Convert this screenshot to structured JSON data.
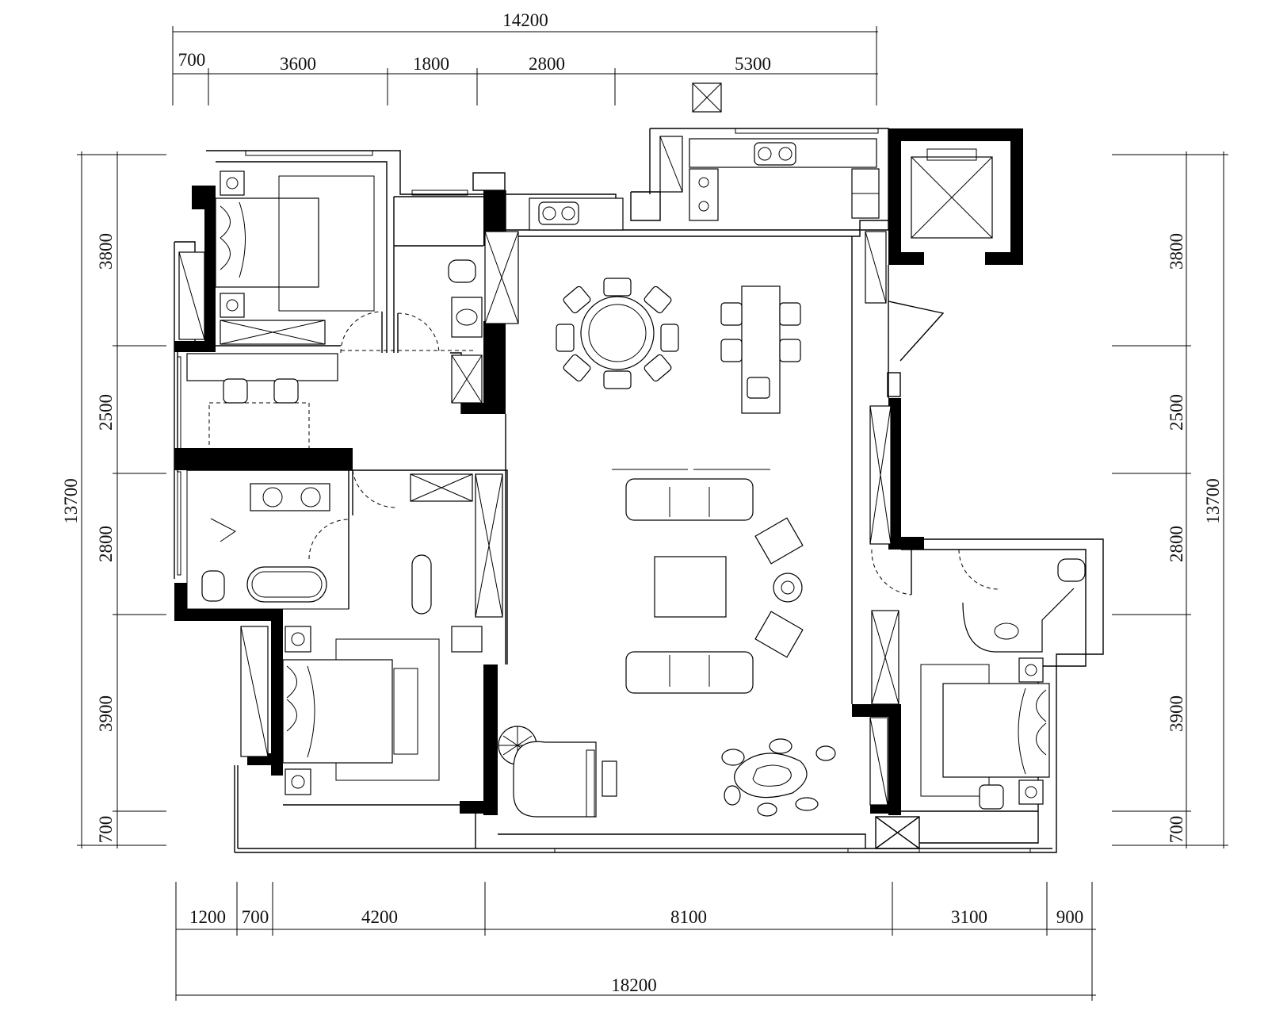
{
  "plan": {
    "dimensions": {
      "top_total": "14200",
      "top_segments": [
        "700",
        "3600",
        "1800",
        "2800",
        "5300"
      ],
      "bottom_segments": [
        "1200",
        "700",
        "4200",
        "8100",
        "3100",
        "900"
      ],
      "bottom_total": "18200",
      "left_total": "13700",
      "left_segments": [
        "3800",
        "2500",
        "2800",
        "3900",
        "700"
      ],
      "right_total": "13700",
      "right_segments": [
        "3800",
        "2500",
        "2800",
        "3900",
        "700"
      ]
    }
  }
}
